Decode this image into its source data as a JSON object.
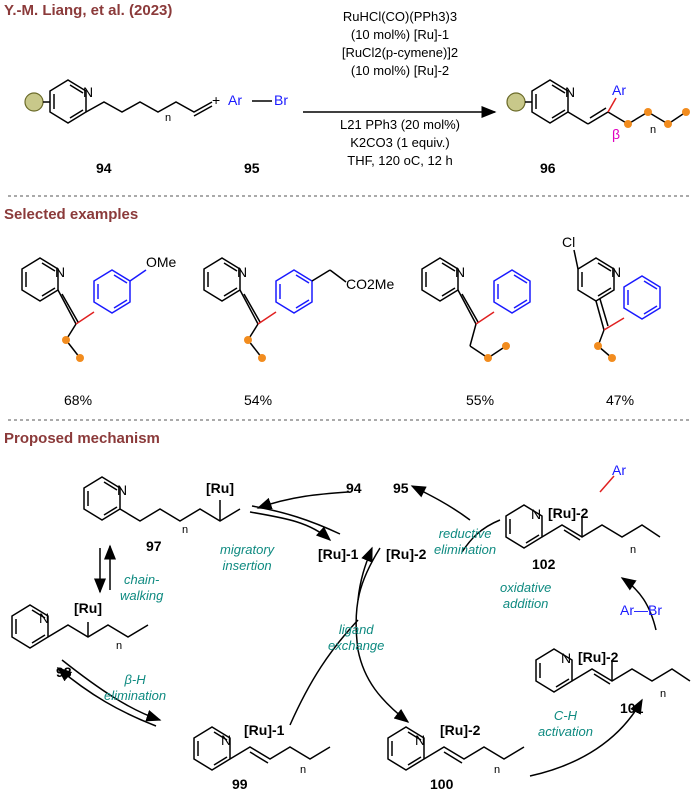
{
  "header": {
    "citation": "Y.-M. Liang, et al. (2023)"
  },
  "reaction": {
    "reagent_ar": "Ar",
    "reagent_br": "Br",
    "plus": "+",
    "conditions": [
      "RuHCl(CO)(PPh3)3",
      "(10 mol%) [Ru]-1",
      "[RuCl2(p-cymene)]2",
      "(10 mol%) [Ru]-2",
      "L21 PPh3 (20 mol%)",
      "K2CO3 (1 equiv.)",
      "THF, 120 oC, 12 h"
    ],
    "compound_labels": {
      "c94": "94",
      "c95": "95",
      "c96": "96"
    },
    "product_ar": "Ar",
    "product_beta": "β",
    "n_label": "n",
    "pyridine_n": "N"
  },
  "examples": {
    "title": "Selected examples",
    "substituent_ome": "OMe",
    "substituent_co2me": "CO2Me",
    "substituent_cl": "Cl",
    "yields": [
      "68%",
      "54%",
      "55%",
      "47%"
    ]
  },
  "mechanism": {
    "title": "Proposed mechanism",
    "compounds": {
      "c97": "97",
      "c98": "98",
      "c99": "99",
      "c100": "100",
      "c101": "101",
      "c102": "102",
      "c94": "94",
      "c95": "95"
    },
    "catalysts": {
      "ru": "[Ru]",
      "ru1": "[Ru]-1",
      "ru2": "[Ru]-2"
    },
    "steps": {
      "migratory": "migratory\ninsertion",
      "chain_walking": "chain-\nwalking",
      "beta_h": "β-H\nelimination",
      "ligand_exchange": "ligand\nexchange",
      "ch_activation": "C-H\nactivation",
      "oxidative": "oxidative\naddition",
      "reductive": "reductive\nelimination"
    },
    "ar_br": "Ar—Br",
    "ar": "Ar"
  },
  "colors": {
    "header": "#8b3a3a",
    "step": "#0e8a80",
    "aryl": "#1a1aff",
    "bond_new": "#e02020",
    "dot": "#f28c1e",
    "beta": "#e000c0",
    "sub_circle": "#c8c88a"
  }
}
